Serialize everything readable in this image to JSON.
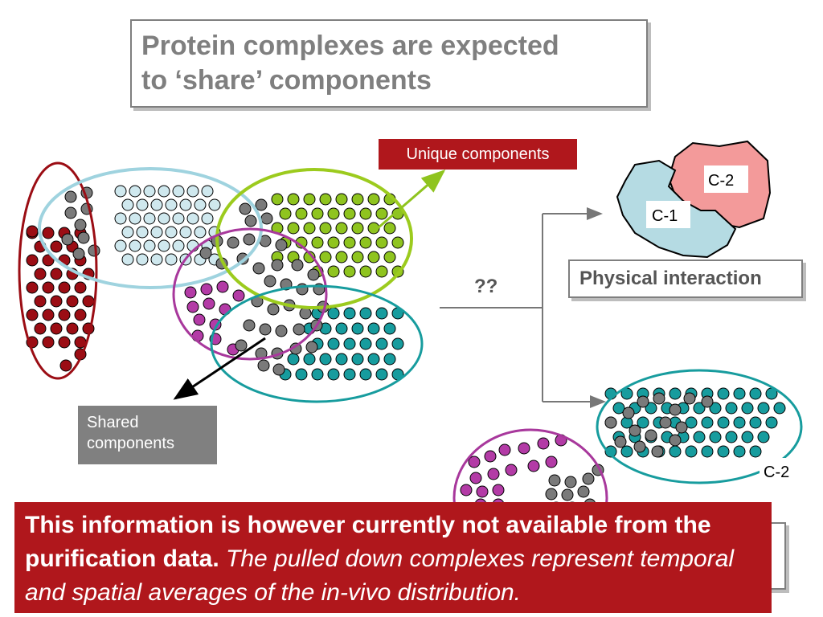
{
  "title": {
    "line1": "Protein complexes are expected",
    "line2": "to ‘share’ components"
  },
  "labels": {
    "unique": "Unique components",
    "shared_line1": "Shared",
    "shared_line2": "components",
    "question": "??",
    "physical": "Physical interaction",
    "c1": "C-1",
    "c2_top": "C-2",
    "c2_bottom": "C-2"
  },
  "banner": {
    "bold": "This information is however currently not available from the purification data.",
    "italic": "The pulled down complexes represent temporal and spatial averages of the in-vivo distribution."
  },
  "colors": {
    "red": "#9b0d14",
    "lightblue": "#cfe8ee",
    "green": "#8fc41f",
    "purple": "#b33ba6",
    "teal": "#179c9e",
    "gray": "#7a7a7a",
    "banner": "#b0171c",
    "c1_fill": "#b5dbe3",
    "c2_fill": "#f39a9a"
  }
}
